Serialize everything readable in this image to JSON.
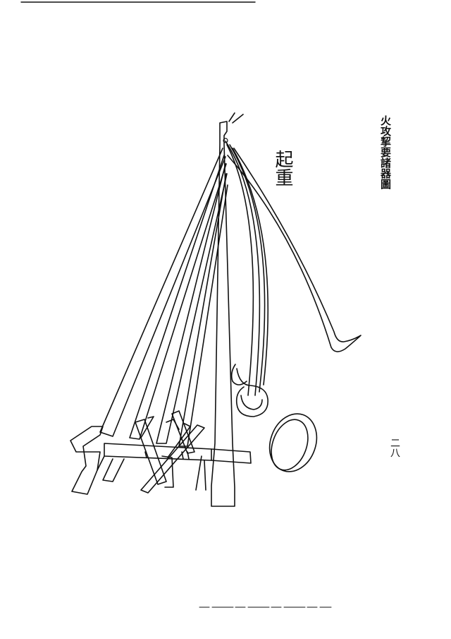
{
  "illustration": {
    "title": "起重",
    "header": "火攻挈要諸器圖",
    "page_number": "二八",
    "subject_icon": "lifting-crane-drawing"
  }
}
